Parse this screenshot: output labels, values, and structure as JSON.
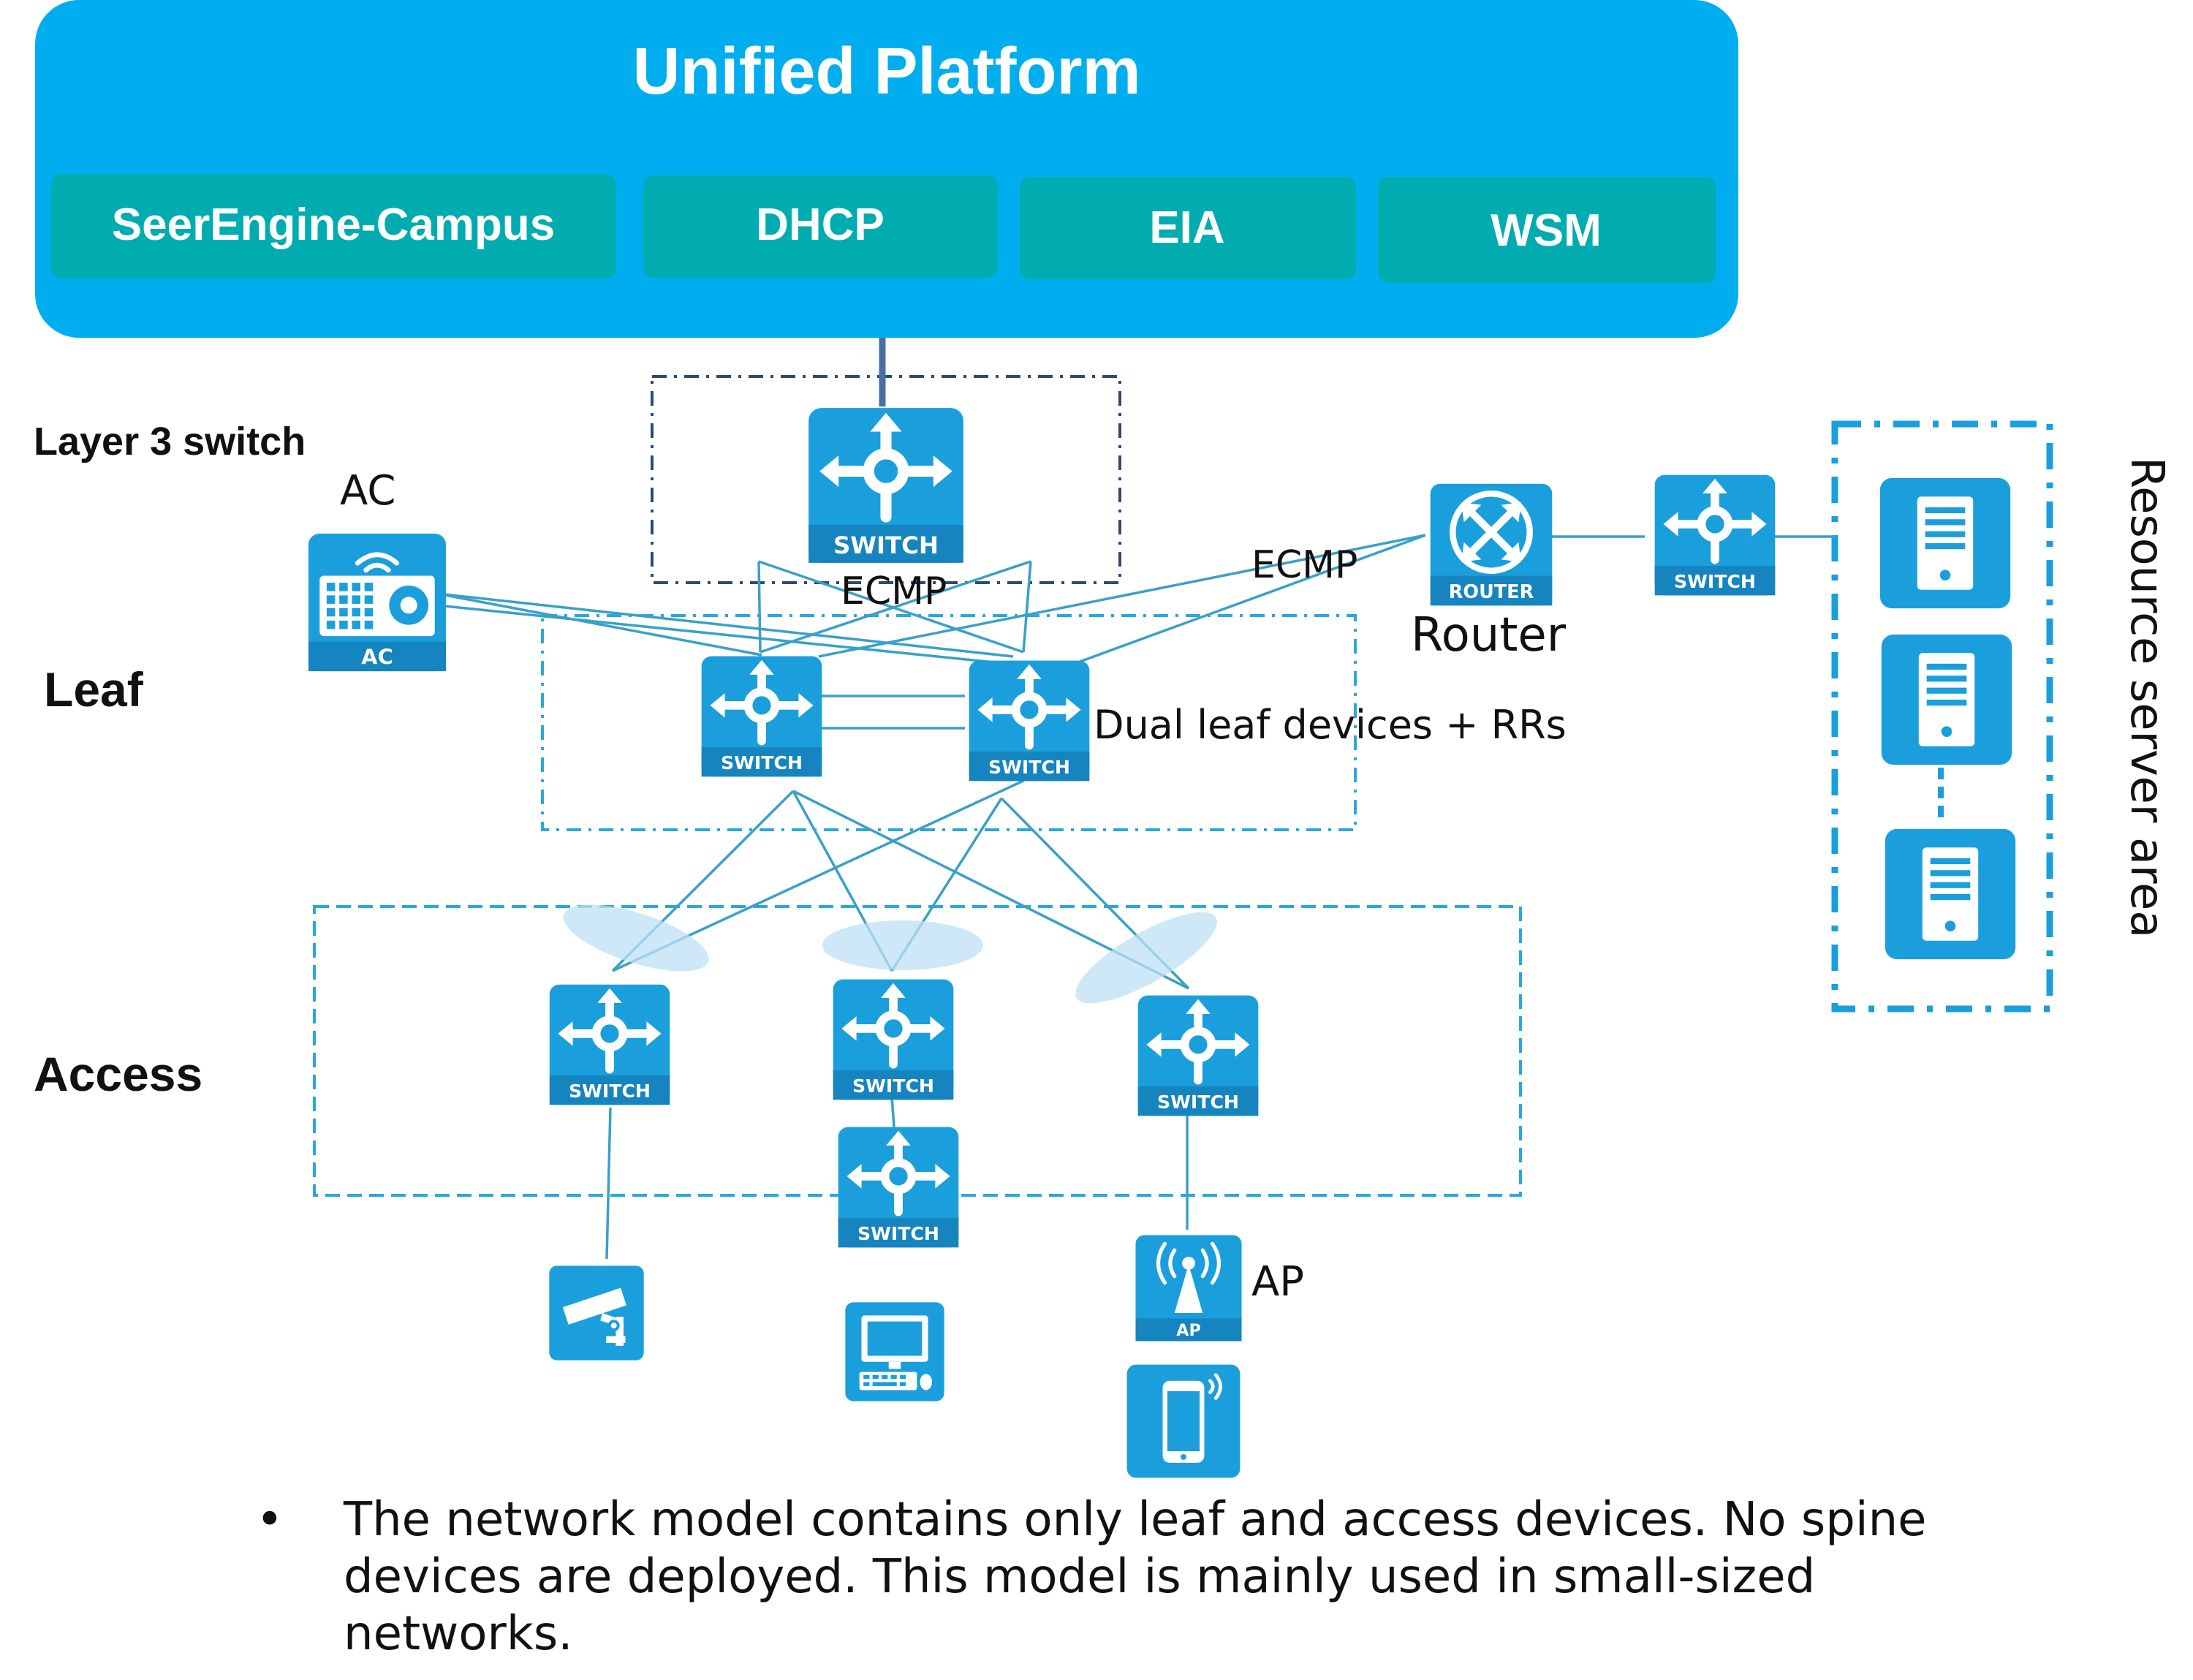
{
  "platform": {
    "title": "Unified Platform",
    "modules": [
      "SeerEngine-Campus",
      "DHCP",
      "EIA",
      "WSM"
    ]
  },
  "layers": {
    "layer3": "Layer 3 switch",
    "leaf": "Leaf",
    "access": "Access"
  },
  "labels": {
    "ac": "AC",
    "ecmp_left": "ECMP",
    "ecmp_right": "ECMP",
    "router": "Router",
    "dual_leaf": "Dual leaf devices + RRs",
    "ap": "AP",
    "resource_area": "Resource server area"
  },
  "icons": {
    "switch": "SWITCH",
    "router": "ROUTER",
    "ac": "AC",
    "ap": "AP"
  },
  "note": {
    "bullet": "•",
    "text": "The network model contains only leaf and access devices. No spine devices are deployed. This model is mainly used in small-sized networks."
  },
  "colors": {
    "platform": "#00AEEF",
    "module": "#00ACB0",
    "device": "#1A9FDC",
    "link": "#3AA0C8"
  }
}
